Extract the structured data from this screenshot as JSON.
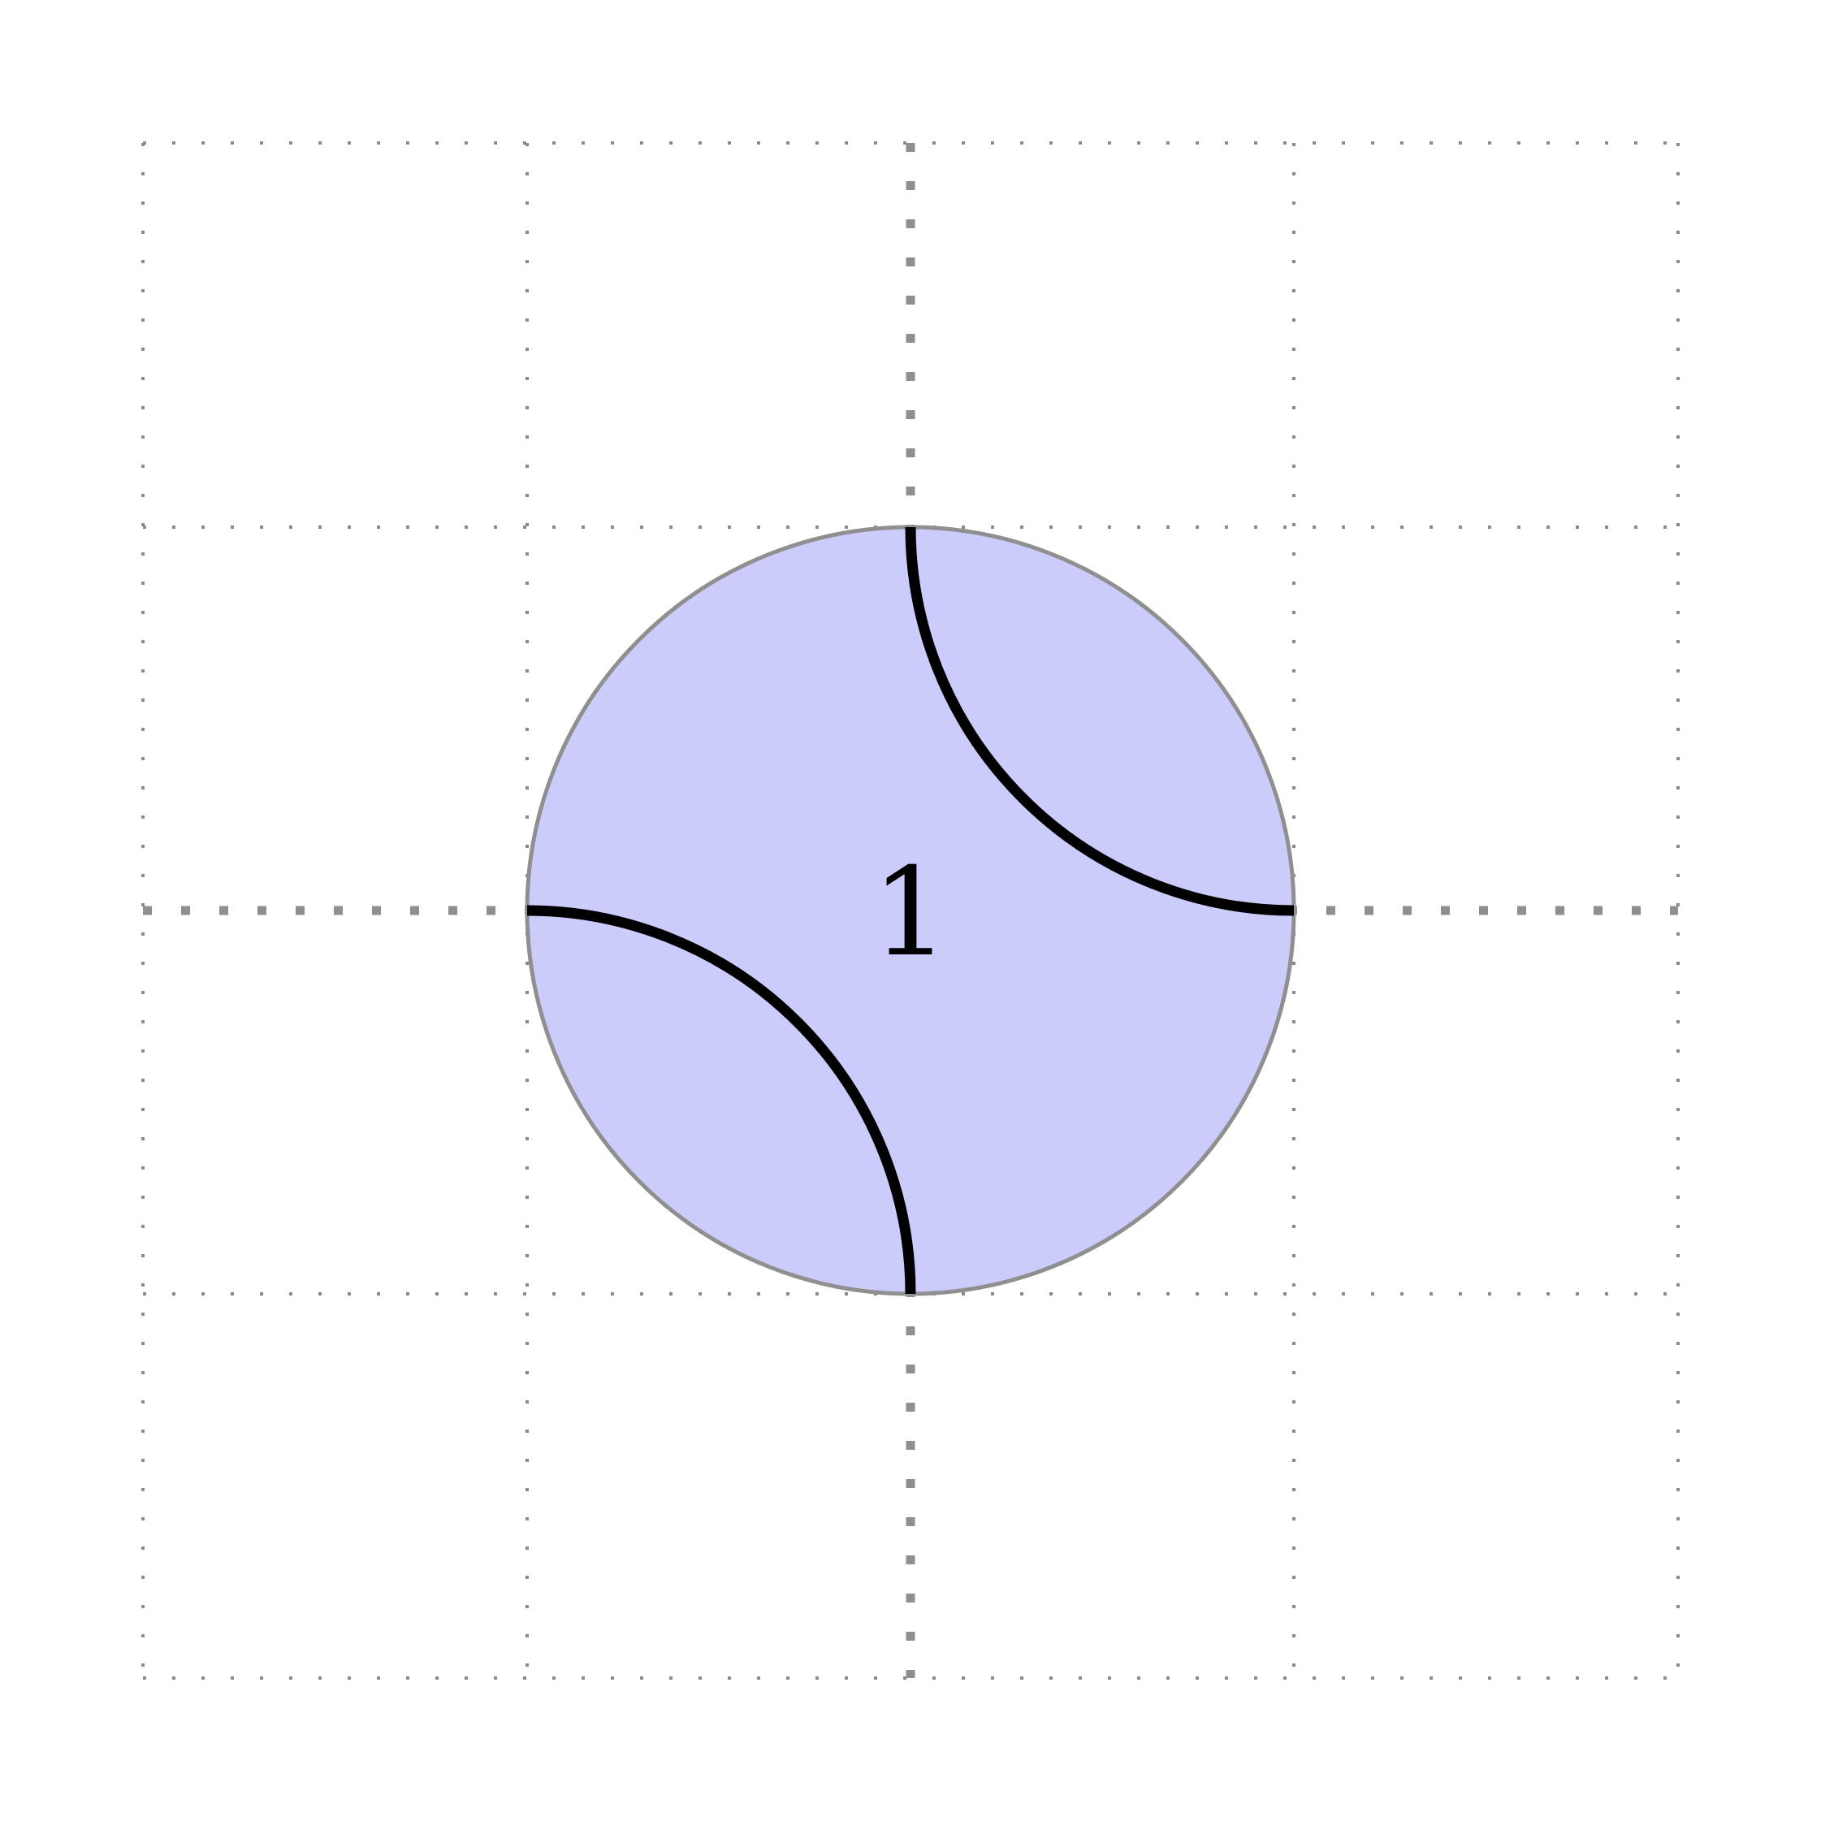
{
  "diagram": {
    "label": "1",
    "colors": {
      "disc_fill": "#ccccfc",
      "disc_stroke": "#8f8f8f",
      "arc": "#000000",
      "grid": "#8a8a8a",
      "background": "#ffffff"
    },
    "grid": {
      "rows": 4,
      "cols": 4,
      "style": "dotted"
    }
  }
}
